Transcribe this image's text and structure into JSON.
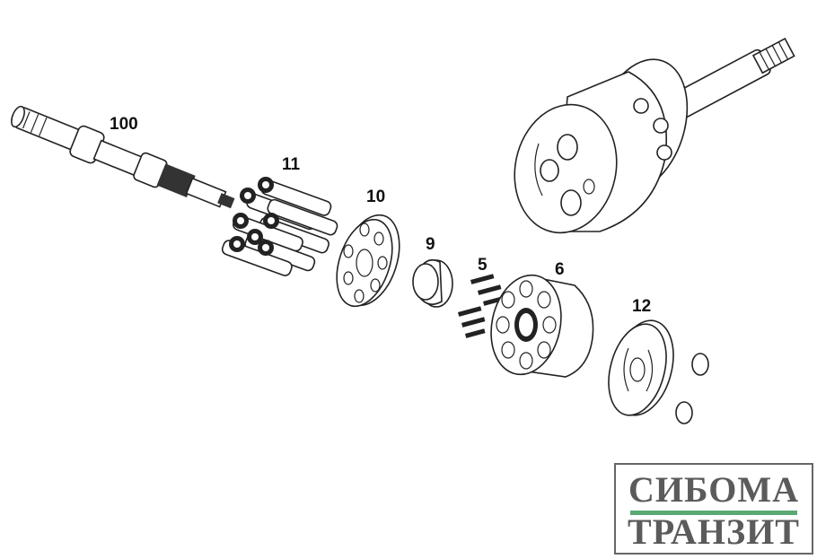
{
  "diagram": {
    "labels": {
      "shaft": "100",
      "pistons": "11",
      "retainer_plate": "10",
      "ball_guide": "9",
      "pins": "5",
      "cylinder_block": "6",
      "valve_plate": "12"
    }
  },
  "logo": {
    "line1": "СИБОМА",
    "line2": "ТРАНЗИТ",
    "accent_color": "#5aa872",
    "text_color": "#5b5b5b"
  }
}
